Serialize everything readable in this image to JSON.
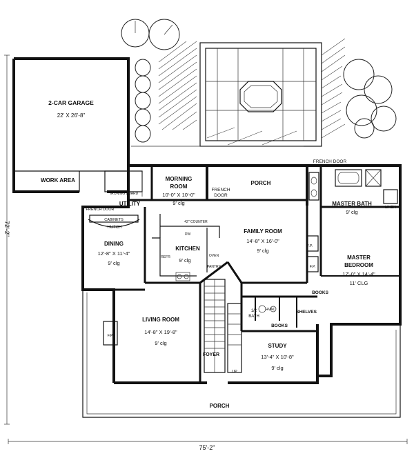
{
  "rooms": {
    "garage": {
      "name": "2-CAR GARAGE",
      "size": "22' X 26'-8\""
    },
    "work_area": {
      "name": "WORK AREA"
    },
    "morning": {
      "name1": "MORNING",
      "name2": "ROOM",
      "size": "10'-0\" X 10'-0\"",
      "clg": "9' clg"
    },
    "porch_top": {
      "name": "PORCH"
    },
    "utility": {
      "name": "UTILITY",
      "ironing": "IRONING BOARD"
    },
    "french_door_top": {
      "label": "FRENCH DOOR"
    },
    "french_door_porch": {
      "line1": "FRENCH",
      "line2": "DOOR"
    },
    "french_door_dining": {
      "label": "FRENCH DOOR"
    },
    "master_bath": {
      "name": "MASTER BATH",
      "clg": "9' clg",
      "linen": "LINEN"
    },
    "family": {
      "name": "FAMILY ROOM",
      "size": "14'-8\" X 16'-0\"",
      "clg": "9' clg"
    },
    "dining": {
      "name": "DINING",
      "size": "12'-8\" X 11'-4\"",
      "clg": "9' clg",
      "cabinets": "CABINETS",
      "hutch": "HUTCH"
    },
    "kitchen": {
      "name": "KITCHEN",
      "clg": "9' clg",
      "counter": "42\" COUNTER",
      "dw": "DW",
      "refr": "REFR",
      "oven": "OVEN",
      "pantry": "PANTRY"
    },
    "master_bed": {
      "name1": "MASTER",
      "name2": "BEDROOM",
      "size": "17'-0\" X 14'-4\"",
      "clg": "11' CLG"
    },
    "living": {
      "name": "LIVING ROOM",
      "size": "14'-8\" X 19'-8\"",
      "clg": "9' clg"
    },
    "study": {
      "name": "STUDY",
      "size": "13'-4\" X 10'-8\"",
      "clg": "9' clg"
    },
    "porch_bottom": {
      "name": "PORCH"
    },
    "foyer": {
      "name": "FOYER",
      "up": "UP"
    },
    "half_bath": {
      "line1": "1/2",
      "line2": "BATH"
    },
    "hvac": {
      "name": "HVAC"
    },
    "books1": {
      "name": "BOOKS"
    },
    "books2": {
      "name": "BOOKS"
    },
    "shelves": {
      "name": "SHELVES"
    },
    "fp": {
      "label": "F.P."
    }
  },
  "dimensions": {
    "width": "75'-2\"",
    "depth": "72'-2\""
  }
}
